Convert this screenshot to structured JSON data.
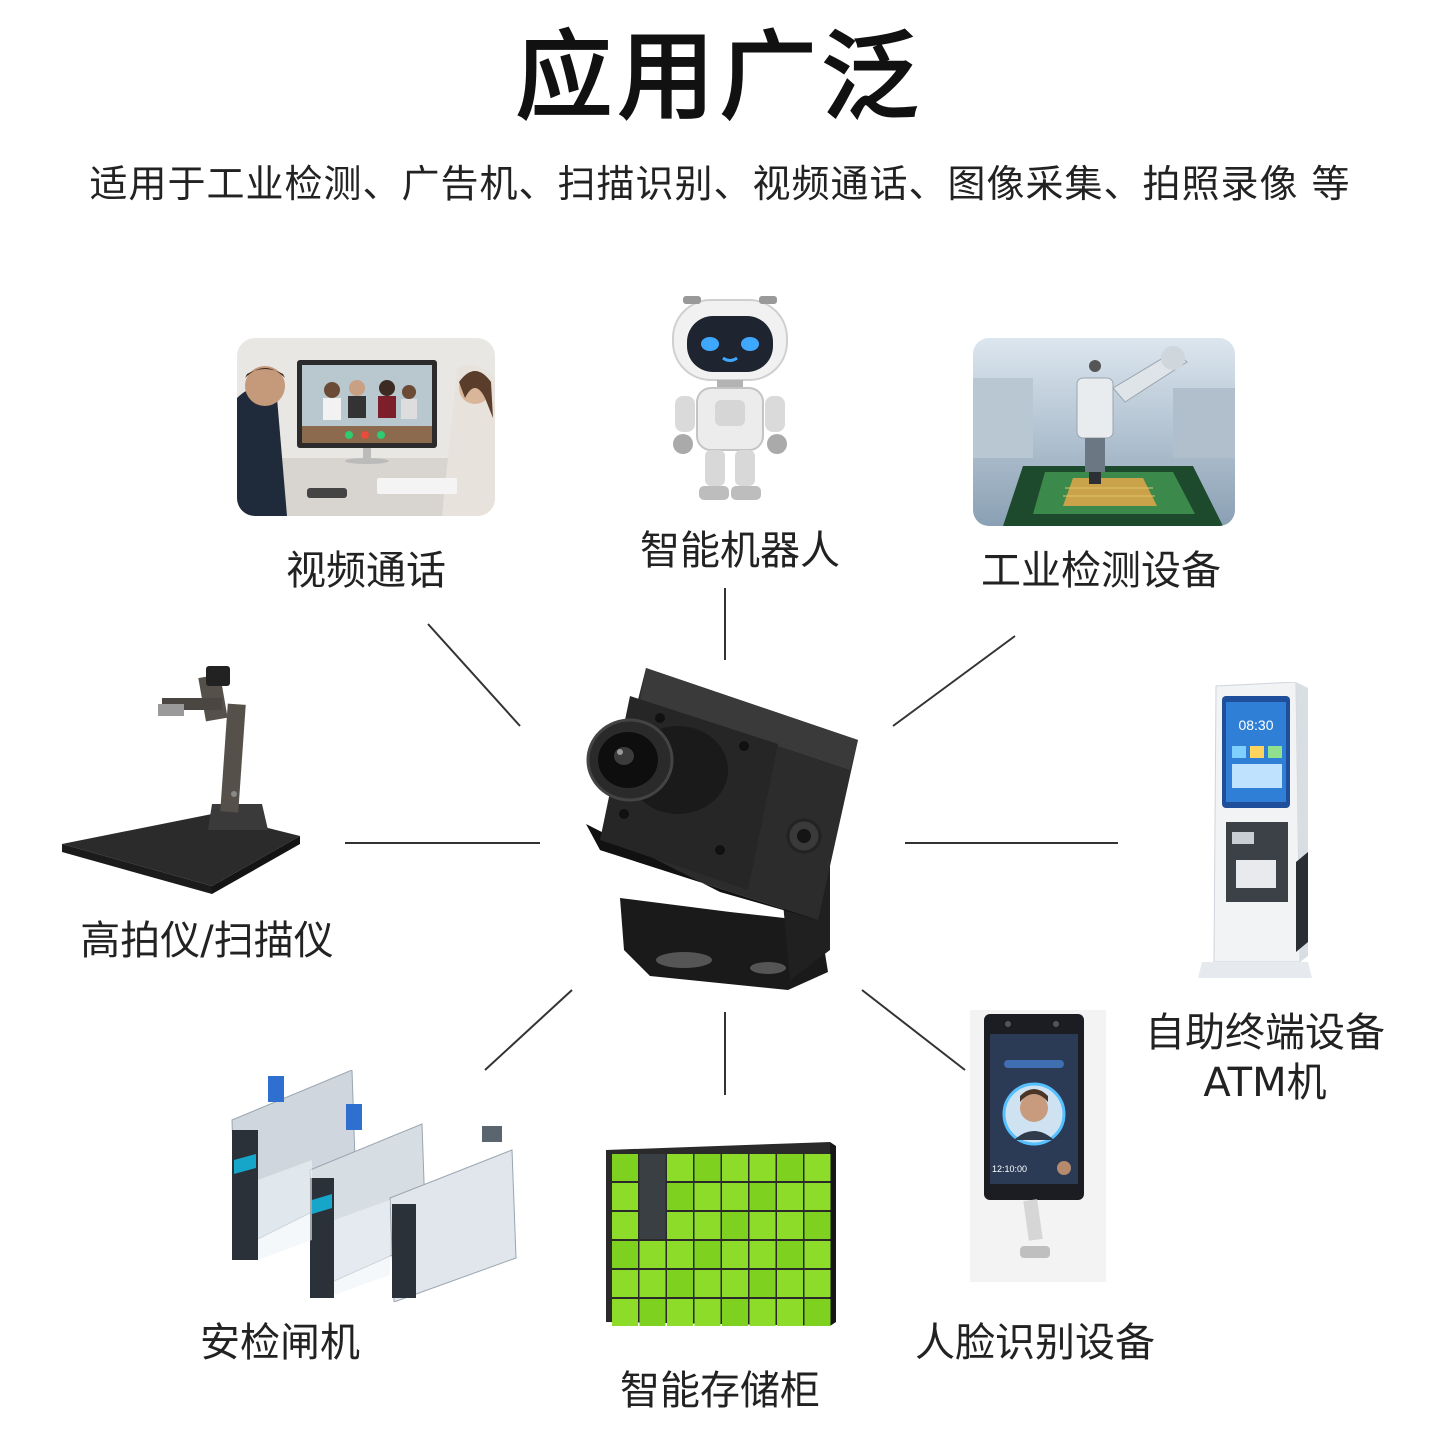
{
  "header": {
    "title": "应用广泛",
    "subtitle": "适用于工业检测、广告机、扫描识别、视频通话、图像采集、拍照录像 等"
  },
  "applications": {
    "video_call": "视频通话",
    "robot": "智能机器人",
    "industrial": "工业检测设备",
    "scanner": "高拍仪/扫描仪",
    "kiosk_line1": "自助终端设备",
    "kiosk_line2": "ATM机",
    "gate": "安检闸机",
    "locker": "智能存储柜",
    "face": "人脸识别设备"
  },
  "screens": {
    "kiosk_time": "08:30",
    "face_time": "12:10:00"
  }
}
